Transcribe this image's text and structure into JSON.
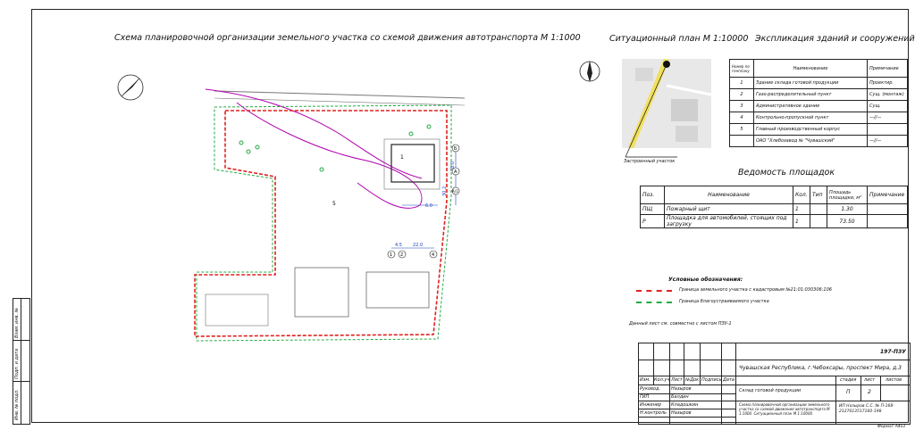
{
  "titles": {
    "main": "Схема планировочной организации земельного участка со схемой движения автотранспорта М 1:1000",
    "situation": "Ситуационный план М 1:10000",
    "explication": "Экспликация зданий и сооружений",
    "areas": "Ведомость площадок"
  },
  "situation_label": "Застроенный участок",
  "explication": {
    "headers": [
      "Номер по генплану",
      "Наименование",
      "Примечание"
    ],
    "rows": [
      {
        "num": "1",
        "name": "Здание склада готовой продукции",
        "note": "Проектир."
      },
      {
        "num": "2",
        "name": "Газо-распределительный пункт",
        "note": "Сущ. (монтаж)"
      },
      {
        "num": "3",
        "name": "Административное здание",
        "note": "Сущ."
      },
      {
        "num": "4",
        "name": "Контрольно-пропускной пункт",
        "note": "—//—"
      },
      {
        "num": "5",
        "name": "Главный производственный корпус",
        "note": ""
      },
      {
        "num": "",
        "name": "ОАО \"Хлебозавод № \"Чувашский\"",
        "note": "—//—"
      }
    ]
  },
  "areas": {
    "headers": [
      "Поз.",
      "Наименование",
      "Кол.",
      "Тип",
      "Площадь площадки, м²",
      "Примечание"
    ],
    "rows": [
      {
        "pos": "ПЩ",
        "name": "Пожарный щит",
        "qty": "1",
        "type": "",
        "area": "1.30",
        "note": ""
      },
      {
        "pos": "Р",
        "name": "Площадка для автомобилей, стоящих под загрузку",
        "qty": "1",
        "type": "",
        "area": "73.50",
        "note": ""
      }
    ]
  },
  "legend": {
    "title": "Условные обозначения:",
    "items": [
      {
        "label": "Граница земельного участка с кадастровым №21:01:030306:106",
        "color": "#e02020"
      },
      {
        "label": "Граница благоустраиваемого участка",
        "color": "#22aa44"
      }
    ]
  },
  "note": "Данный лист см. совместно с листом ПЗУ-1",
  "plan_labels": {
    "dims": [
      "6.0",
      "22.0",
      "4.5",
      "18.0",
      "30.2"
    ],
    "circles": [
      "1",
      "2",
      "4",
      "Б",
      "А",
      "А/1"
    ],
    "bldg": [
      "1",
      "5"
    ]
  },
  "stamp": {
    "code": "197-ПЗУ",
    "address": "Чувашская Республика, г.Чебоксары, проспект Мира, д.3",
    "object": "Склад готовой продукции",
    "sheet_title": "Схема планировочной организации земельного участка со схемой движения автотранспорта М 1:1000. Ситуационный план М 1:10000",
    "col_heads": [
      "Изм.",
      "Кол.уч",
      "Лист",
      "№Док",
      "Подпись",
      "Дата"
    ],
    "stage_heads": [
      "стадия",
      "лист",
      "листов"
    ],
    "stage": "П",
    "sheet": "2",
    "sheets": "",
    "company": "ИП Назыров С.С. № П-168-2127013517160-198",
    "roles": [
      {
        "role": "Руковод.",
        "name": "Назыров"
      },
      {
        "role": "ГИП",
        "name": "Балдин"
      },
      {
        "role": "Инженер",
        "name": "Кладошкин"
      },
      {
        "role": "Н.контроль",
        "name": "Назыров"
      }
    ],
    "format": "Формат А4х3"
  },
  "side_stamp": [
    "Взам. инв. №",
    "Подп. и дата",
    "Инв. № подл."
  ],
  "colors": {
    "border_red": "#e02020",
    "green": "#22aa44",
    "purple": "#b000b0",
    "blue": "#1840c0"
  }
}
